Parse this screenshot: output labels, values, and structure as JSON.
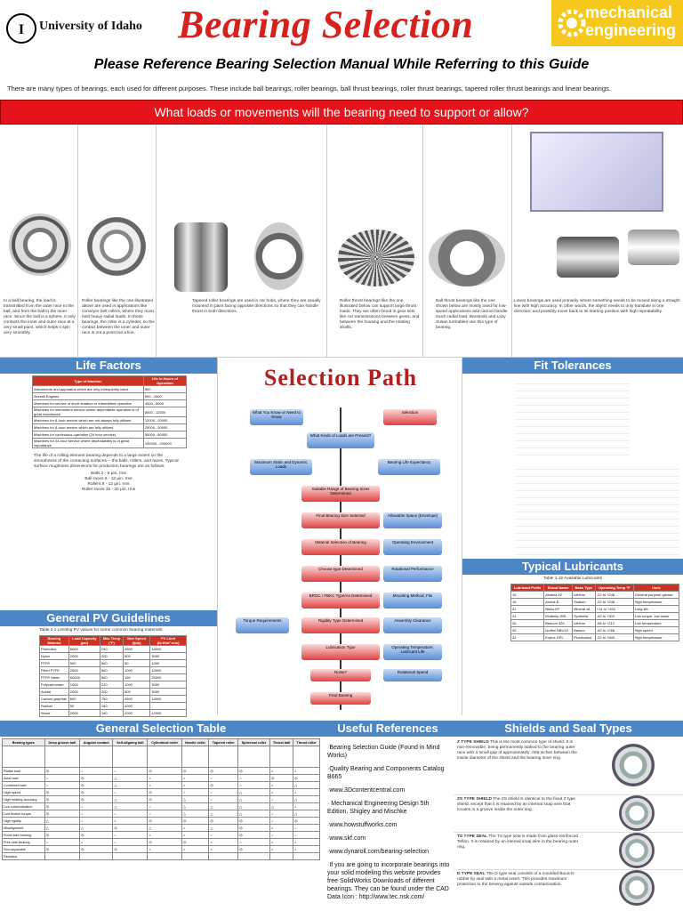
{
  "header": {
    "university_logo_text": "University of Idaho",
    "title": "Bearing Selection",
    "me_logo_line1": "mechanical",
    "me_logo_line2": "engineering"
  },
  "subhead": "Please Reference Bearing Selection Manual While Referring to this Guide",
  "intro": "There are many types of bearings, each used for different purposes. These include ball bearings, roller bearings, ball thrust bearings, roller thrust bearings, tapered roller thrust bearings and linear bearings.",
  "question": "What loads or movements will the bearing need to support or allow?",
  "bearing_panels": [
    {
      "name": "ball-bearing",
      "caption": "In a ball bearing, the load is transmitted from the outer race to the ball, and from the ball to the inner race. Since the ball is a sphere, it only contacts the inner and outer race at a very small point, which helps it spin very smoothly."
    },
    {
      "name": "roller-bearing",
      "caption": "Roller bearings like the one illustrated above are used in applications like conveyer belt rollers, where they must hold heavy radial loads. In these bearings, the roller is a cylinder, so the contact between the inner and outer race is not a point but a line."
    },
    {
      "name": "tapered-roller-bearing",
      "caption": "Tapered roller bearings are used in car hubs, where they are usually mounted in pairs facing opposite directions so that they can handle thrust in both directions."
    },
    {
      "name": "roller-thrust-bearing",
      "caption": "Roller thrust bearings like the one illustrated below can support large thrust loads. They are often found in gear sets like car transmissions between gears, and between the housing and the rotating shafts."
    },
    {
      "name": "ball-thrust-bearing",
      "caption": "Ball thrust bearings like the one shown below are mostly used for low-speed applications and cannot handle much radial load. Barstools and Lazy Susan turntables use this type of bearing."
    },
    {
      "name": "linear-bearing",
      "caption": "Linear bearings are used primarily where something needs to be moved along a straight line with high accuracy. In other words, the object needs to only translate in one direction, and possibly move back to its starting position with high repeatability."
    }
  ],
  "sections": {
    "life_factors": "Life Factors",
    "fit_tolerances": "Fit Tolerances",
    "pv_guidelines": "General PV Guidelines",
    "typical_lubricants": "Typical Lubricants",
    "general_selection_table": "General Selection Table",
    "useful_references": "Useful References",
    "shields_seal_types": "Shields and Seal Types"
  },
  "life_table": {
    "headers": [
      "Type of Machine",
      "Life in Hours of Operation"
    ],
    "rows": [
      [
        "Instruments and apparatus which are only infrequently used",
        "500"
      ],
      [
        "Aircraft Engines",
        "500...2000"
      ],
      [
        "Machines for service of short duration or intermittent operation",
        "4000...8000"
      ],
      [
        "Machines for intermittent service where dependable operation is of great importance",
        "8000...12000"
      ],
      [
        "Machines for 8-hour service which are not always fully utilized",
        "12000...20000"
      ],
      [
        "Machines for 8-hour service which are fully utilized",
        "20000...30000"
      ],
      [
        "Machines for continuous operation (24 hour service)",
        "50000...60000"
      ],
      [
        "Machines for 24-hour service where dependability is of great importance",
        "100000...200000"
      ]
    ]
  },
  "life_text": "The life of a rolling element bearing depends to a large extent on the smoothness of the contacting surfaces -- the balls, rollers, and races. Typical surface roughness dimensions for production bearings are as follows:",
  "life_list": [
    "Balls 2 - 5 μin. rms",
    "Ball races 6 - 12 μin. rms",
    "Rollers 8 - 12 μin. rms",
    "Roller races 15 - 20 μin. rms"
  ],
  "selection_path": {
    "title": "Selection Path",
    "nodes": [
      "What You Know or Need to Know",
      "Selection",
      "What Kinds of Loads are Present?",
      "Maximum Static and Dynamic Loads",
      "Bearing Life Expectancy",
      "Suitable Range of Bearing Sizes Determined",
      "Final Bearing Size Selected",
      "Allowable Space (Envelope)",
      "Material Selection of Bearing",
      "Operating Environment",
      "Choose type Determined",
      "Rotational Performance",
      "BRGC / FBKC Type/As Determined",
      "Mounting Method, Fits",
      "Torque Requirements",
      "Rigidity Type Determined",
      "Assembly Clearance",
      "Lubrication Type",
      "Operating Temperature, Lubricant Life",
      "Noise?",
      "Rotational Speed",
      "Final Bearing"
    ]
  },
  "pv_table": {
    "title": "Table 2.1  Limiting PV values for some common bearing materials",
    "headers": [
      "Bearing Material",
      "Load Capacity (psi)",
      "Max Temp (°F)",
      "Max Speed (fpm)",
      "PV Limit (lb·ft/in²·min)"
    ],
    "rows": [
      [
        "Phenolics",
        "6000",
        "250",
        "2500",
        "15000"
      ],
      [
        "Nylon",
        "2000",
        "200",
        "600",
        "3000"
      ],
      [
        "PTFE",
        "500",
        "500",
        "50",
        "1000"
      ],
      [
        "Filled PTFE",
        "2500",
        "500",
        "1000",
        "10000"
      ],
      [
        "PTFE fabric",
        "60000",
        "500",
        "150",
        "25000"
      ],
      [
        "Polycarbonate",
        "1000",
        "220",
        "1000",
        "3000"
      ],
      [
        "Acetal",
        "2000",
        "200",
        "600",
        "3000"
      ],
      [
        "Carbon-graphite",
        "600",
        "750",
        "2500",
        "15000"
      ],
      [
        "Rubber",
        "50",
        "150",
        "4000",
        "-"
      ],
      [
        "Wood",
        "2000",
        "160",
        "2000",
        "12000"
      ]
    ]
  },
  "lubricants_table": {
    "title": "Table 1.16  Available Lubricants",
    "headers": [
      "Lubricant Prefix",
      "Brand Name",
      "Base Type",
      "Operating Temp °F",
      "Uses"
    ],
    "rows": [
      [
        "15",
        "Alvania #2",
        "Lithium",
        "-22 to +248",
        "General purpose grease"
      ],
      [
        "16",
        "Andok B",
        "Sodium",
        "-22 to +248",
        "High temperature"
      ],
      [
        "21",
        "Nikko EF",
        "Mineral oil",
        "+14 to +302",
        "Long life"
      ],
      [
        "24",
        "Multemp SRL",
        "Synthetic",
        "-40 to +302",
        "Low torque, low noise"
      ],
      [
        "26",
        "Beacon 325",
        "Lithium",
        "-58 to +212",
        "Low temperature"
      ],
      [
        "30",
        "Isoflex NBU15",
        "Barium",
        "-40 to +266",
        "High speed"
      ],
      [
        "32",
        "Krytox GPL",
        "Fluorinated",
        "-22 to +500",
        "High temperature"
      ]
    ]
  },
  "selection_table": {
    "headers": [
      "Bearing types",
      "Deep groove ball",
      "Angular contact",
      "Self-aligning ball",
      "Cylindrical roller",
      "Needle roller",
      "Tapered roller",
      "Spherical roller",
      "Thrust ball",
      "Thrust roller"
    ],
    "row_labels": [
      "Radial load",
      "Axial load",
      "Combined load",
      "High speed",
      "High rotating accuracy",
      "Low noise/vibration",
      "Low friction torque",
      "High rigidity",
      "Misalignment",
      "Fixed side bearing",
      "Free side bearing",
      "Non-separable",
      "Remarks"
    ]
  },
  "references": [
    "·Bearing Selection Guide (Found in Mind Works)",
    "·Quality Bearing and Components Catalog B665",
    "·www.3Dcontentcentral.com",
    "· Mechanical Engineering Design 5th Edition, Shigley and Mischke",
    "·www.howstuffworks.com",
    "·www.skf.com",
    "·www.dynaroll.com/bearing-selection",
    "·If you are going to incorporate bearings into your solid modeling this website provides free SolidWorks Downloads of different bearings. They can be found under the CAD Data Icon : http://www.tec.nsk.com/"
  ],
  "shields": [
    {
      "name": "Z TYPE SHIELD",
      "text": "This is the most common type of shield. It is non-removable, being permanently staked to the bearing outer race with a small gap of approximately .005 inches between the inside diameter of the shield and the bearing inner ring."
    },
    {
      "name": "ZS TYPE SHIELD",
      "text": "The ZS shield is identical to the fixed Z type shield, except that it is retained by an internal snap wire that locates in a groove inside the outer ring."
    },
    {
      "name": "TS TYPE SEAL",
      "text": "The TS type seal is made from glass-reinforced Teflon. It is retained by an internal snap wire in the bearing outer ring."
    },
    {
      "name": "D TYPE SEAL",
      "text": "The D type seal consists of a moulded Buna-N rubber lip seal with a metal insert. This provides maximum protection to the bearing against outside contamination."
    }
  ],
  "colors": {
    "title_red": "#d8201c",
    "section_blue": "#4c86c6",
    "question_red": "#e6131b",
    "me_yellow": "#f6c81b"
  }
}
